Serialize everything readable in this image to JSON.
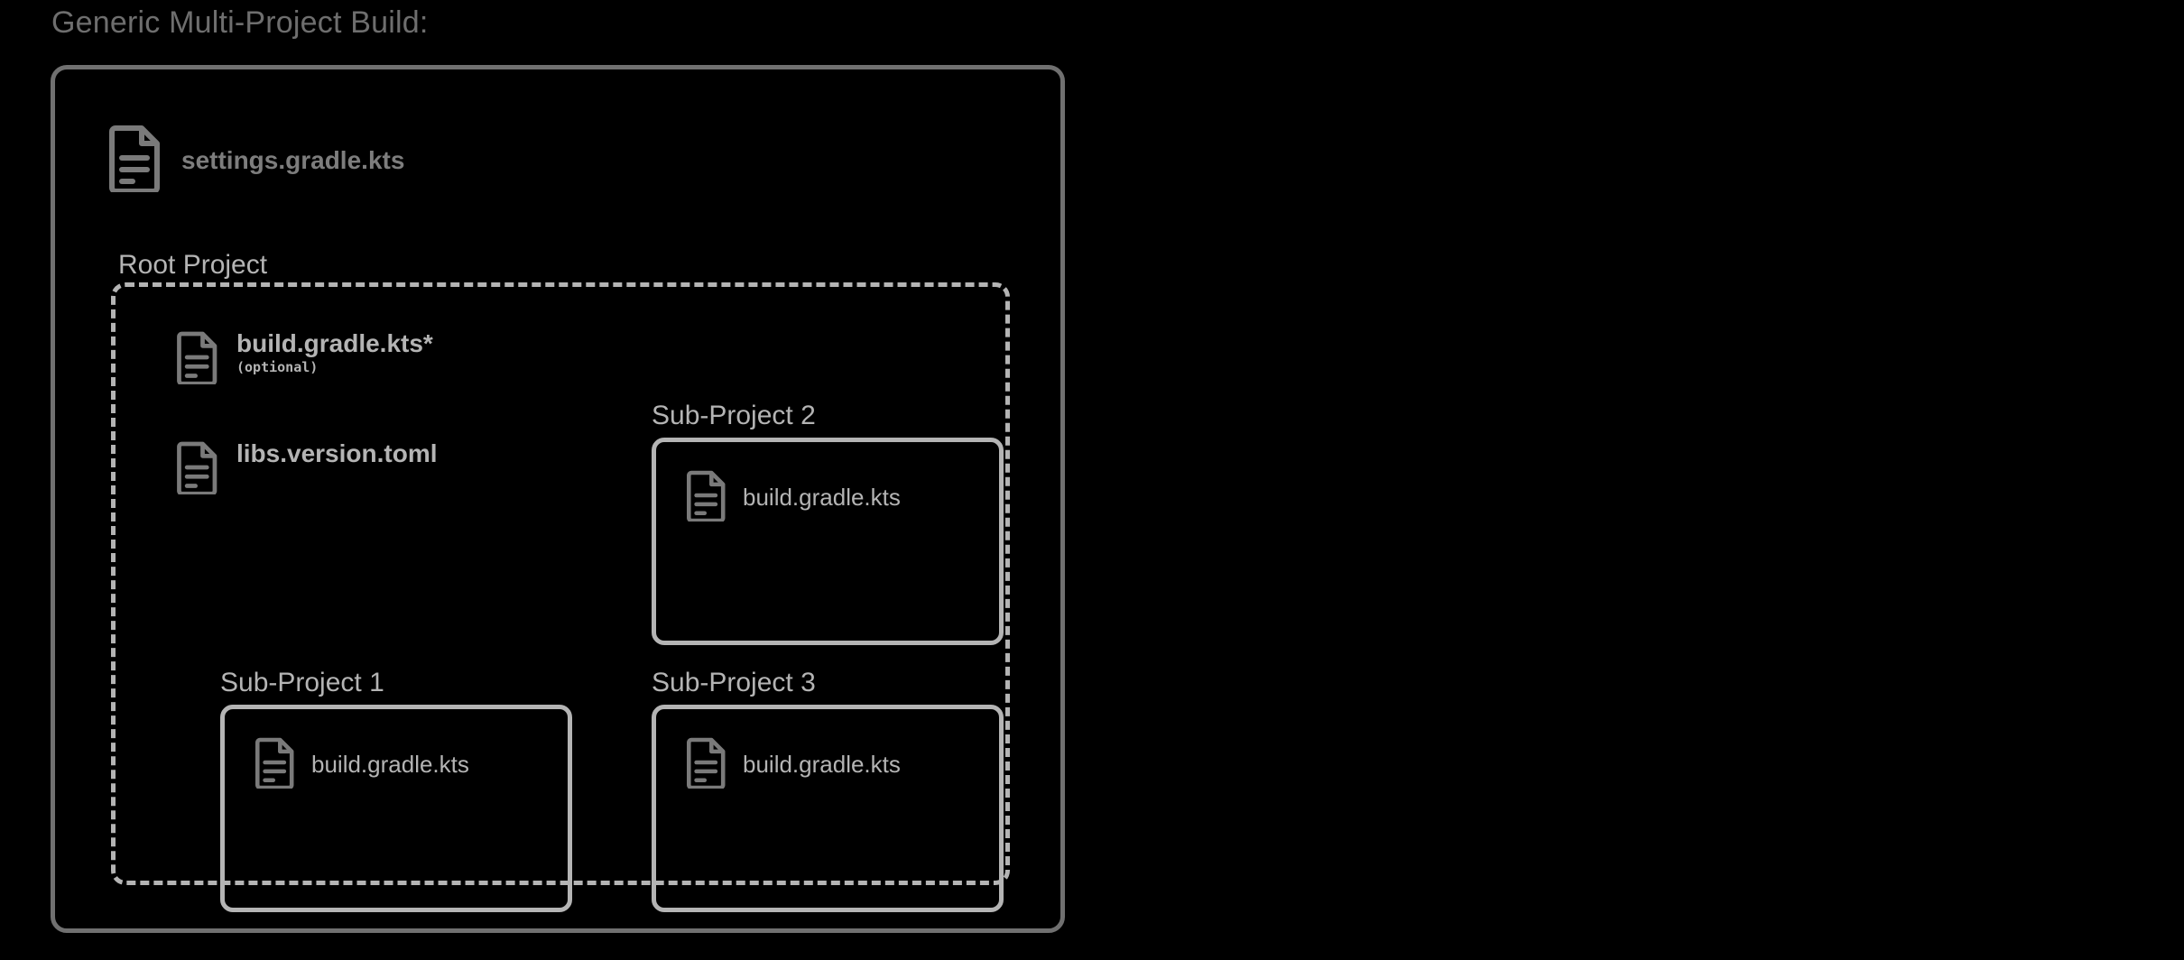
{
  "title": "Generic Multi-Project Build:",
  "colors": {
    "background": "#000000",
    "title_text": "#6e6e6e",
    "outer_border": "#707070",
    "settings_text": "#7d7d7d",
    "settings_icon": "#7a7a7a",
    "dashed_border": "#b4b4b4",
    "inner_text": "#b4b4b4",
    "inner_icon": "#7a7a7a"
  },
  "build": {
    "settings_file": {
      "icon": "document-icon",
      "label": "settings.gradle.kts"
    },
    "root_project": {
      "label": "Root Project",
      "files": [
        {
          "icon": "document-icon",
          "label": "build.gradle.kts*",
          "note": "(optional)"
        },
        {
          "icon": "document-icon",
          "label": "libs.version.toml",
          "note": ""
        }
      ],
      "sub_projects": [
        {
          "label": "Sub-Project 1",
          "file": {
            "icon": "document-icon",
            "label": "build.gradle.kts"
          }
        },
        {
          "label": "Sub-Project 2",
          "file": {
            "icon": "document-icon",
            "label": "build.gradle.kts"
          }
        },
        {
          "label": "Sub-Project 3",
          "file": {
            "icon": "document-icon",
            "label": "build.gradle.kts"
          }
        }
      ]
    }
  }
}
